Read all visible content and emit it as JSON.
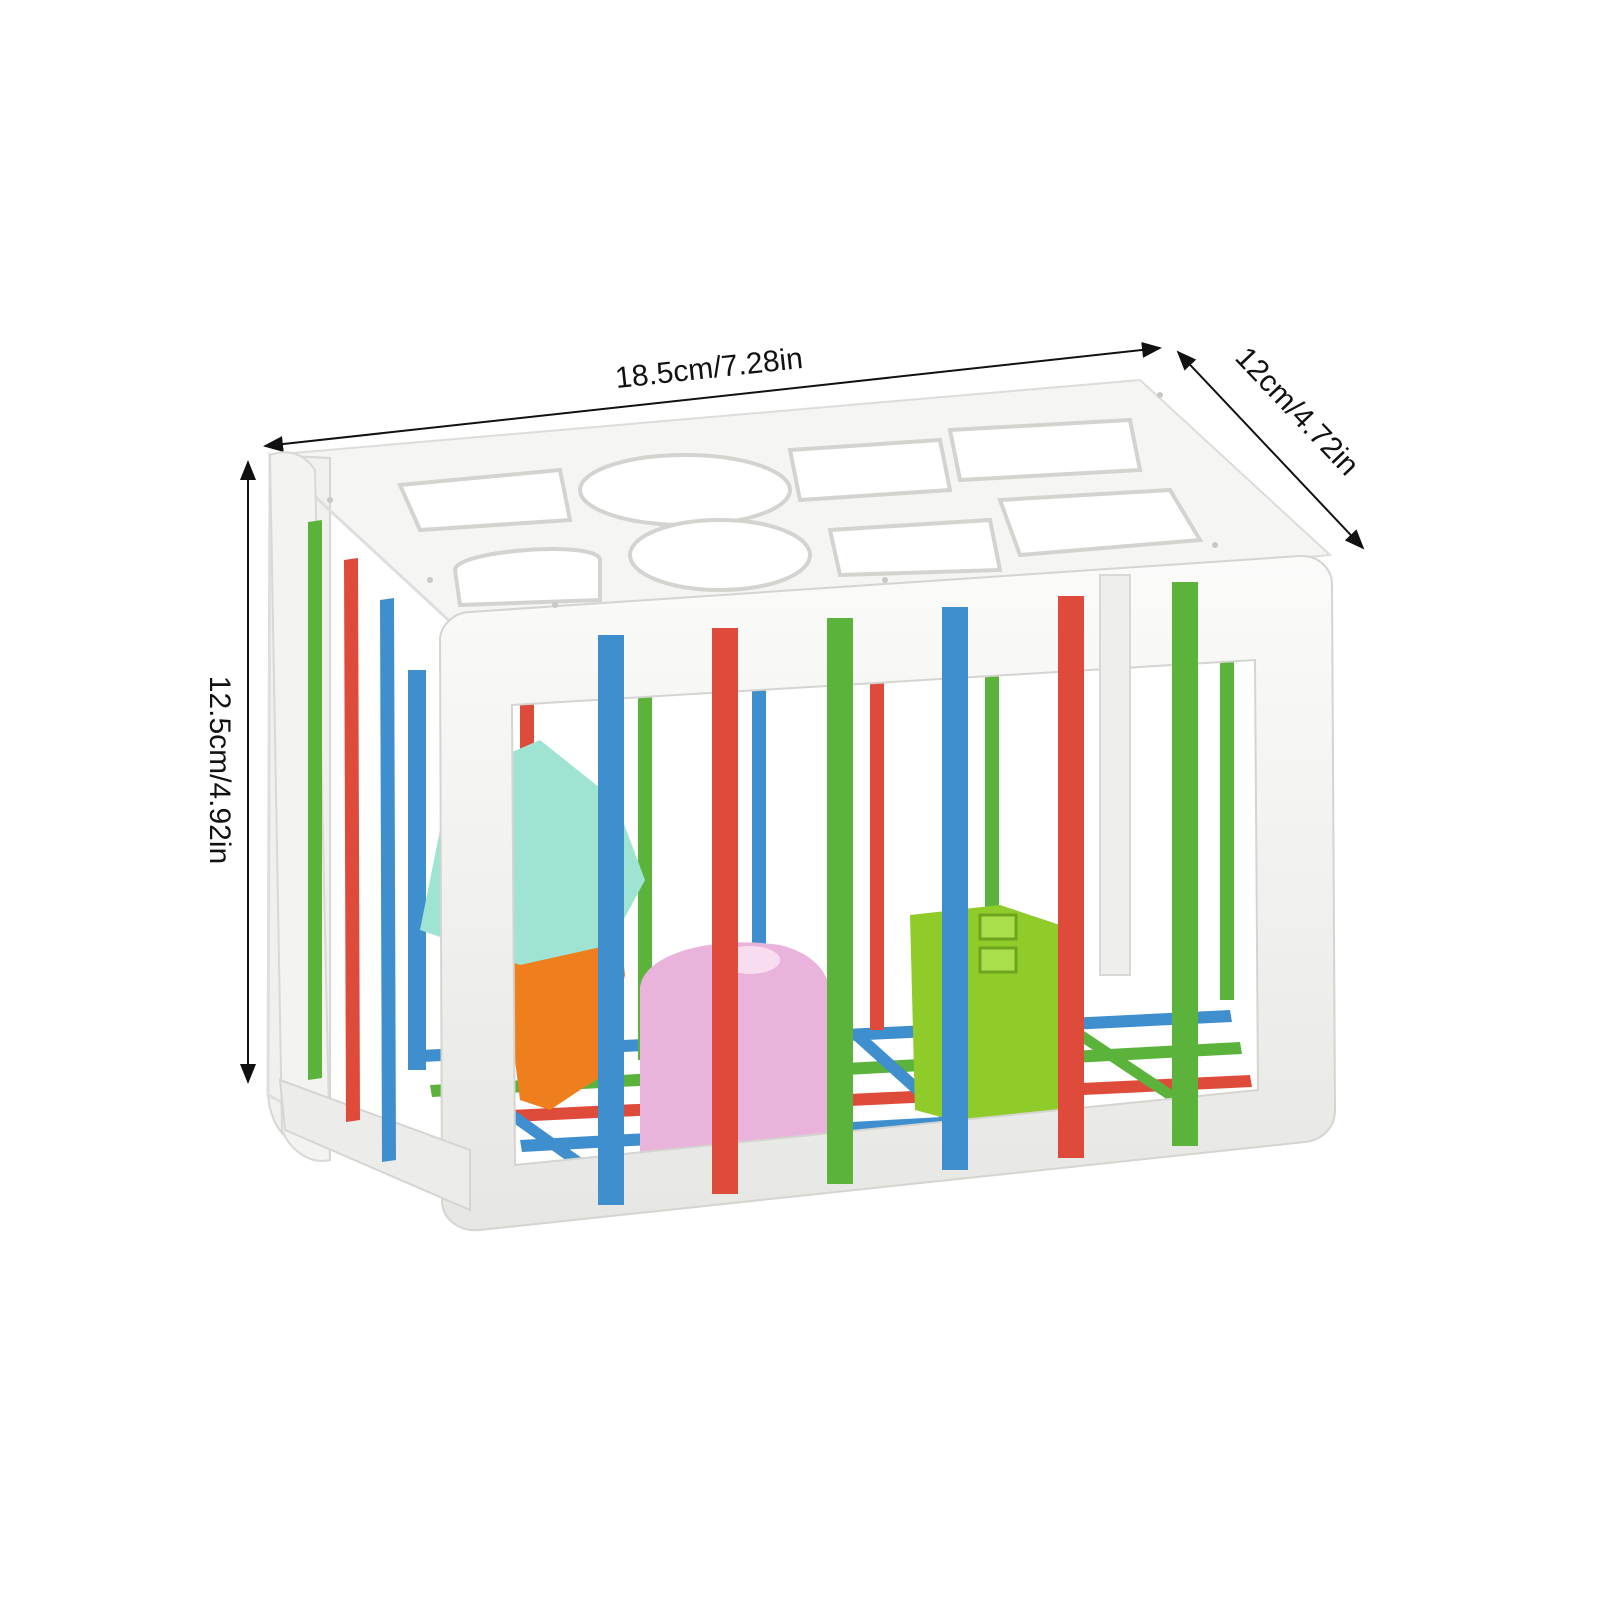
{
  "dimensions": {
    "width_label": "18.5cm/7.28in",
    "depth_label": "12cm/4.72in",
    "height_label": "12.5cm/4.92in"
  },
  "colors": {
    "frame": "#f2f2f0",
    "frame_shadow": "#d9d9d6",
    "strap_green": "#5bb33c",
    "strap_red": "#df4b3b",
    "strap_blue": "#3f8fcf",
    "block_mint": "#9fe3d2",
    "block_orange": "#ee7f1c",
    "block_pink": "#e9b3dc",
    "block_lime": "#8fcc2a",
    "dimension_line": "#111111"
  }
}
